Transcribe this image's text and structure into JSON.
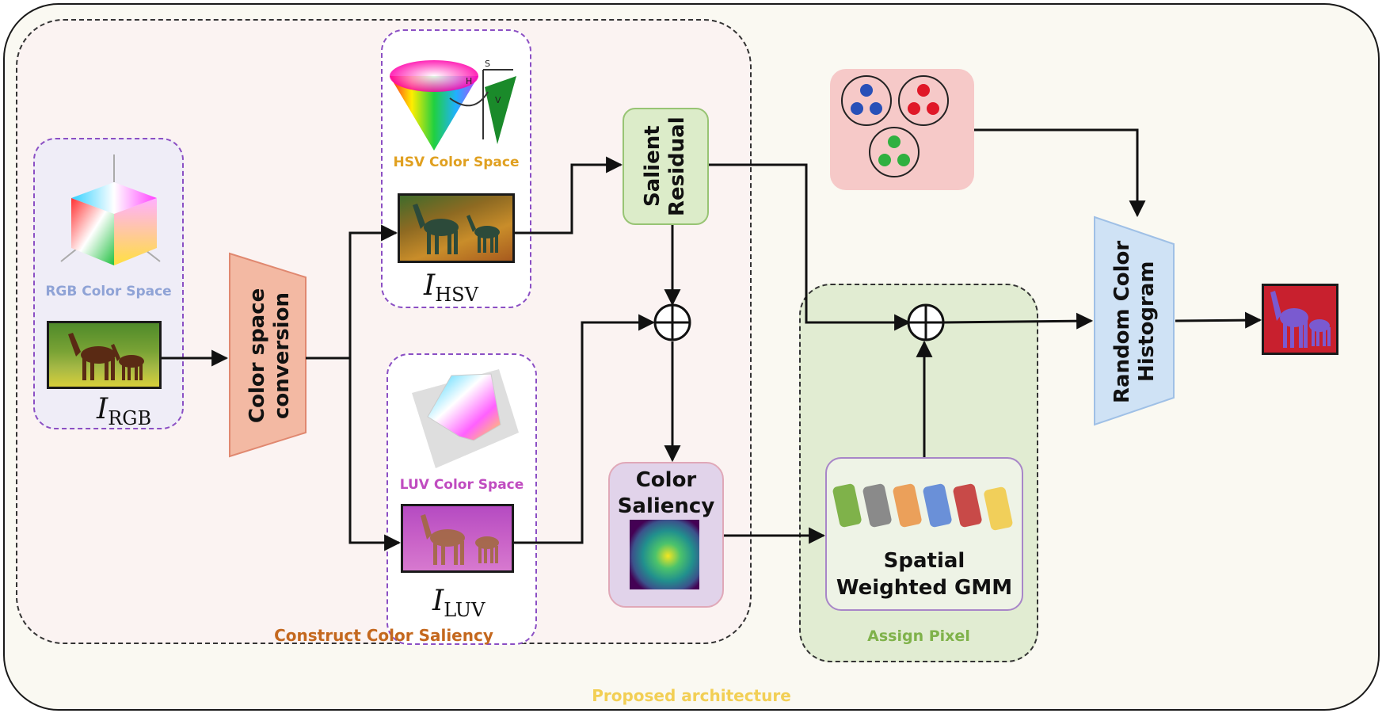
{
  "outer": {
    "caption": "Proposed architecture"
  },
  "construct": {
    "caption": "Construct Color Saliency"
  },
  "assign": {
    "caption": "Assign Pixel"
  },
  "rgb": {
    "caption": "RGB Color Space",
    "var": "I",
    "sub": "RGB"
  },
  "hsv": {
    "caption": "HSV Color Space",
    "var": "I",
    "sub": "HSV",
    "cone_s": "S",
    "cone_h": "H",
    "cone_v": "V"
  },
  "luv": {
    "caption": "LUV Color Space",
    "var": "I",
    "sub": "LUV"
  },
  "conversion": {
    "label": "Color space conversion"
  },
  "salient_residual": {
    "label": "Salient Residual"
  },
  "color_saliency": {
    "label": "Color Saliency"
  },
  "gmm": {
    "label": "Spatial Weighted GMM"
  },
  "histogram": {
    "label": "Random Color Histogram"
  },
  "colors": {
    "rgb_caption": "#8fa3d6",
    "hsv_caption": "#e0a020",
    "luv_caption": "#c04cc0",
    "construct_caption": "#c4681e",
    "assign_caption": "#7fb24a",
    "outer_caption": "#f2cf55",
    "conversion_fill": "#f3b9a3",
    "residual_fill": "#dcecc9",
    "saliency_fill": "#e1d3ea",
    "histogram_fill": "#cfe2f5",
    "cluster_fill": "#f6c9c8",
    "output_fill": "#c8202e"
  }
}
